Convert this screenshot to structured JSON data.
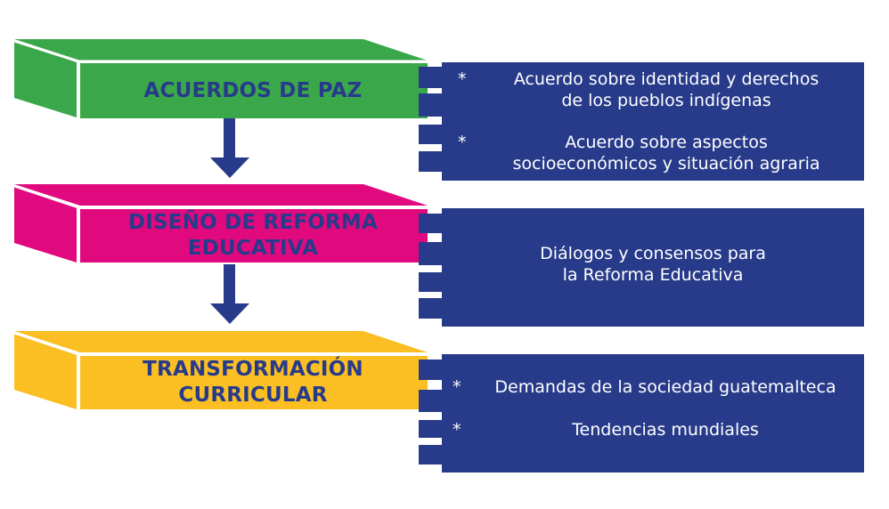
{
  "colors": {
    "green": "#3aa84a",
    "magenta": "#e0097e",
    "yellow": "#fbbf24",
    "navy": "#283b8a",
    "white": "#ffffff"
  },
  "blocks": [
    {
      "id": "acuerdos",
      "lines": [
        "ACUERDOS DE PAZ"
      ],
      "color": "green"
    },
    {
      "id": "diseno",
      "lines": [
        "DISEÑO DE REFORMA",
        "EDUCATIVA"
      ],
      "color": "magenta"
    },
    {
      "id": "transformacion",
      "lines": [
        "TRANSFORMACIÓN",
        "CURRICULAR"
      ],
      "color": "yellow"
    }
  ],
  "panels": [
    {
      "items": [
        {
          "bullet": "*",
          "lines": [
            "Acuerdo sobre identidad y derechos",
            "de los pueblos indígenas"
          ]
        },
        {
          "bullet": "*",
          "lines": [
            "Acuerdo sobre aspectos",
            "socioeconómicos y situación agraria"
          ]
        }
      ]
    },
    {
      "items": [
        {
          "bullet": "",
          "lines": [
            "Diálogos y consensos para",
            "la Reforma Educativa"
          ]
        }
      ]
    },
    {
      "items": [
        {
          "bullet": "*",
          "lines": [
            "Demandas de la sociedad guatemalteca"
          ]
        },
        {
          "bullet": "*",
          "lines": [
            "Tendencias mundiales"
          ]
        }
      ]
    }
  ],
  "arrows": [
    {
      "direction": "down",
      "from": "ACUERDOS DE PAZ",
      "to": "DISEÑO DE REFORMA EDUCATIVA"
    },
    {
      "direction": "down",
      "from": "DISEÑO DE REFORMA EDUCATIVA",
      "to": "TRANSFORMACIÓN CURRICULAR"
    }
  ]
}
